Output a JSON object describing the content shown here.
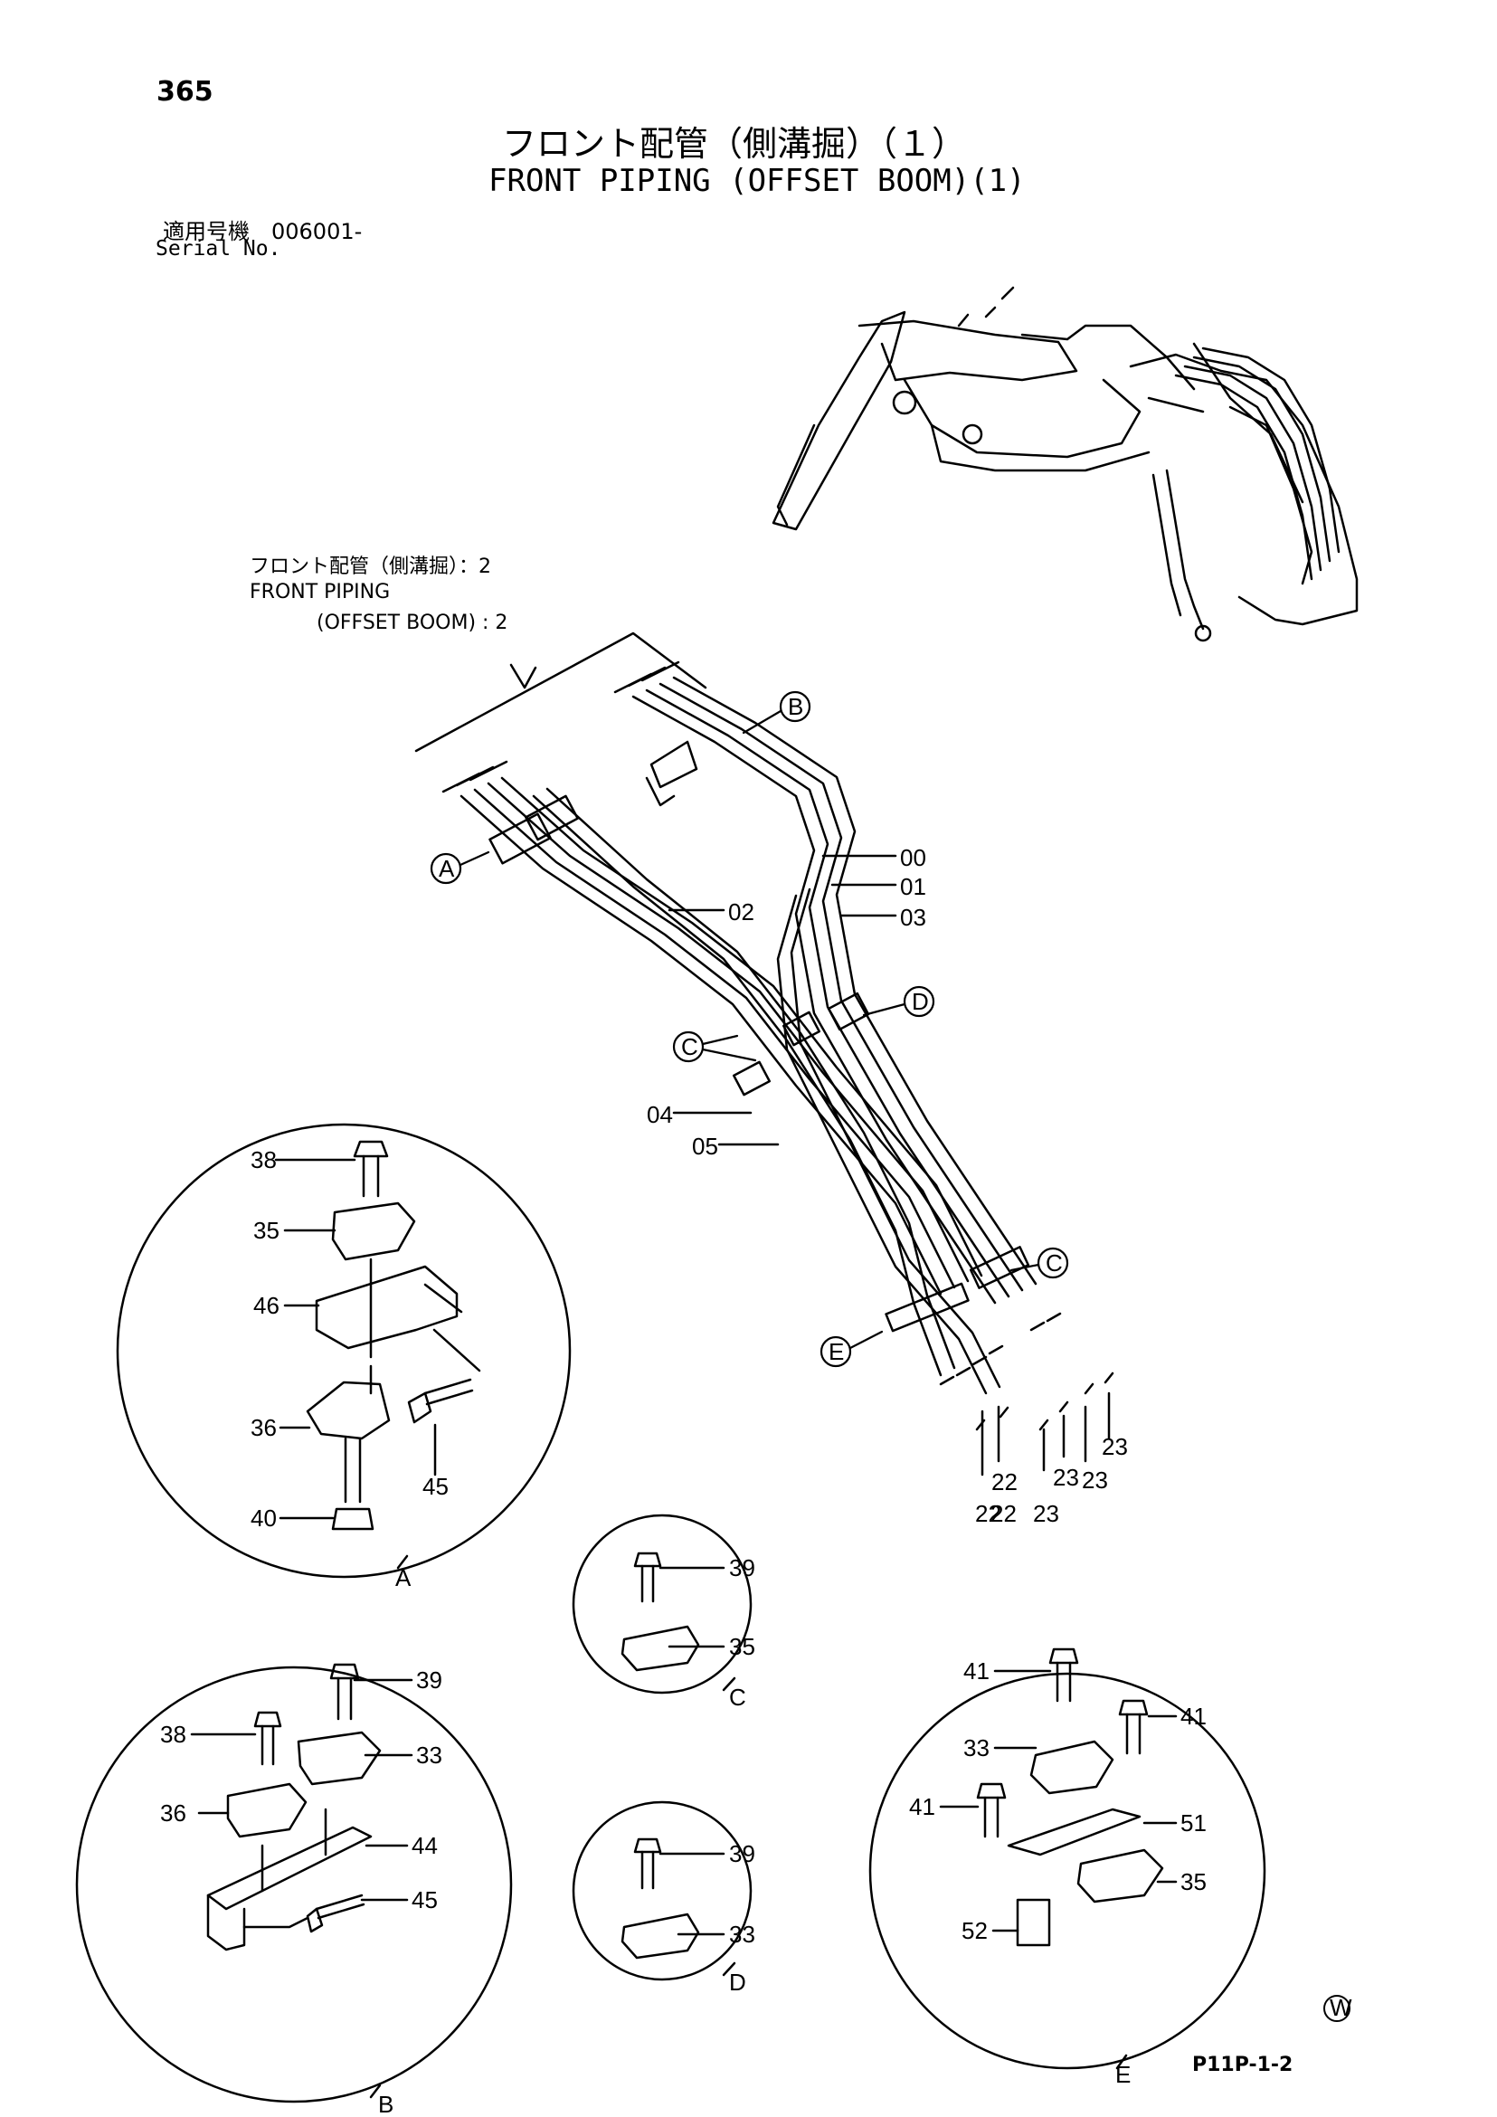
{
  "page_number": "365",
  "title_jp": "フロント配管（側溝掘）（１）",
  "title_en": "FRONT PIPING (OFFSET BOOM)(1)",
  "serial": {
    "jp": "適用号機　006001-",
    "en": "Serial No."
  },
  "reference": {
    "jp": "フロント配管（側溝掘）：2",
    "en_line1": "FRONT PIPING",
    "en_line2": "(OFFSET BOOM) : 2"
  },
  "callouts": {
    "A": "A",
    "B": "B",
    "C": "C",
    "D": "D",
    "E": "E"
  },
  "pipe_labels": [
    "00",
    "01",
    "03",
    "02",
    "04",
    "05"
  ],
  "fitting_labels": [
    "22",
    "22",
    "22",
    "23",
    "23",
    "23",
    "23"
  ],
  "detail_a": {
    "label": "A",
    "parts": [
      "38",
      "35",
      "46",
      "36",
      "40",
      "45"
    ]
  },
  "detail_b": {
    "label": "B",
    "parts": [
      "39",
      "38",
      "33",
      "36",
      "44",
      "45"
    ]
  },
  "detail_c": {
    "label": "C",
    "parts": [
      "39",
      "35"
    ]
  },
  "detail_d": {
    "label": "D",
    "parts": [
      "39",
      "33"
    ]
  },
  "detail_e": {
    "label": "E",
    "parts": [
      "41",
      "41",
      "33",
      "41",
      "51",
      "35",
      "52"
    ]
  },
  "w_mark": "W",
  "drawing_code": "P11P-1-2"
}
